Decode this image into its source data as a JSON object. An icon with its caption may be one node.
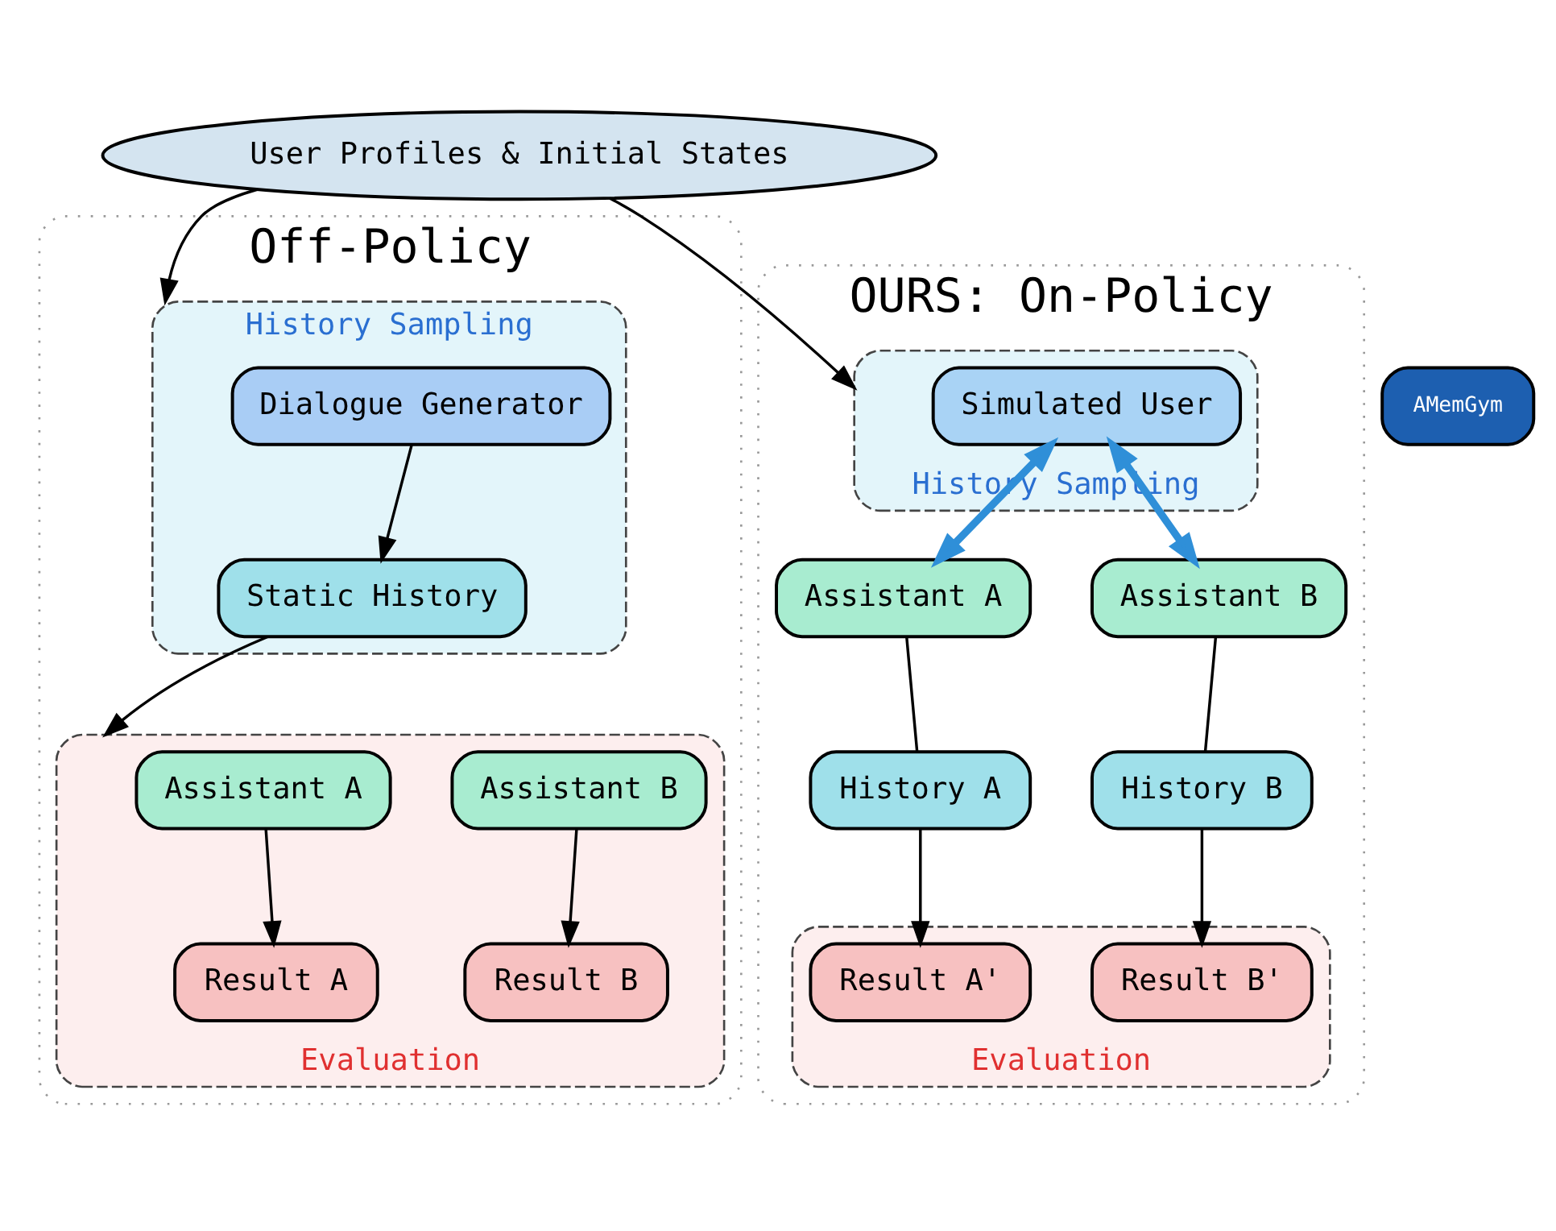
{
  "diagram": {
    "nodes": [
      {
        "text": [
          "Off-Policy"
        ]
      },
      {
        "text": [
          "History Sampling"
        ],
        "in": 0
      },
      {
        "text": [
          "Dialogue Generator"
        ],
        "in": 1
      },
      {
        "text": [
          "Static History"
        ],
        "in": 1
      },
      {
        "text": [
          "Evaluation"
        ],
        "in": 0
      },
      {
        "text": [
          "Assistant A"
        ],
        "in": 4
      },
      {
        "text": [
          "Assistant B"
        ],
        "in": 4
      },
      {
        "text": [
          "Result A"
        ],
        "in": 4
      },
      {
        "text": [
          "Result B"
        ],
        "in": 4
      },
      {
        "text": [
          "User Profiles & Initial States"
        ]
      },
      {
        "text": [
          "OURS: On-Policy"
        ]
      },
      {
        "text": [
          "History Sampling"
        ],
        "in": 10
      },
      {
        "text": [
          "Simulated User"
        ],
        "in": 11
      },
      {
        "text": [
          "Assistant A"
        ],
        "in": 10
      },
      {
        "text": [
          "Assistant B"
        ],
        "in": 10
      },
      {
        "text": [
          "History A"
        ],
        "in": 10
      },
      {
        "text": [
          "History B"
        ],
        "in": 10
      },
      {
        "text": [
          "Evaluation"
        ],
        "in": 10
      },
      {
        "text": [
          "Result A'"
        ],
        "in": 17
      },
      {
        "text": [
          "Result B'"
        ],
        "in": 17
      }
    ],
    "edges": [
      {
        "from": 9,
        "to": 1,
        "arrow": "to"
      },
      {
        "from": 9,
        "to": 11,
        "arrow": "to"
      },
      {
        "from": 2,
        "to": 3,
        "arrow": "to"
      },
      {
        "from": 3,
        "to": 4,
        "arrow": "to"
      },
      {
        "from": 5,
        "to": 7,
        "arrow": "to"
      },
      {
        "from": 6,
        "to": 8,
        "arrow": "to"
      },
      {
        "from": 12,
        "to": 13,
        "arrow": "both",
        "style": "thick",
        "color": "#2f8fd8"
      },
      {
        "from": 12,
        "to": 14,
        "arrow": "both",
        "style": "thick",
        "color": "#2f8fd8"
      },
      {
        "from": 13,
        "to": 15,
        "arrow": "none"
      },
      {
        "from": 14,
        "to": 16,
        "arrow": "none"
      },
      {
        "from": 15,
        "to": 18,
        "arrow": "to"
      },
      {
        "from": 16,
        "to": 19,
        "arrow": "to"
      }
    ],
    "labels": [
      "AMemGym"
    ]
  }
}
